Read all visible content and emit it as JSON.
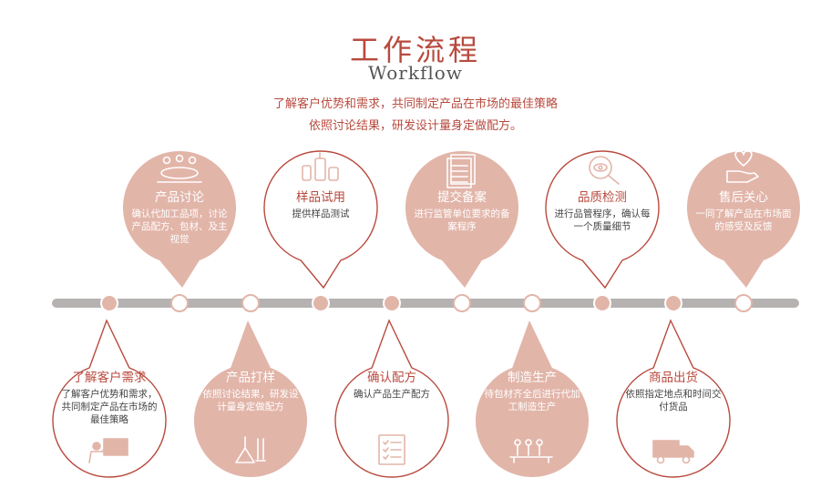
{
  "header": {
    "title": "工作流程",
    "subtitle": "Workflow",
    "intro_line1": "了解客户优势和需求，共同制定产品在市场的最佳策略",
    "intro_line2": "依照讨论结果，研发设计量身定做配方。"
  },
  "colors": {
    "accent": "#b84a3e",
    "pink": "#e2b5a9",
    "timeline": "#b5b2b1"
  },
  "steps": [
    {
      "title": "了解客户需求",
      "desc": "了解客户优势和需求，共同制定产品在市场的最佳策略",
      "icon": "presenter-icon"
    },
    {
      "title": "产品讨论",
      "desc": "确认代加工品项，讨论产品配方、包材、及主视觉",
      "icon": "meeting-icon"
    },
    {
      "title": "产品打样",
      "desc": "依照讨论结果，研发设计量身定做配方",
      "icon": "lab-flask-icon"
    },
    {
      "title": "样品试用",
      "desc": "提供样品测试",
      "icon": "cosmetic-bottles-icon"
    },
    {
      "title": "确认配方",
      "desc": "确认产品生产配方",
      "icon": "formula-checklist-icon"
    },
    {
      "title": "提交备案",
      "desc": "进行监管单位要求的备案程序",
      "icon": "documents-icon"
    },
    {
      "title": "制造生产",
      "desc": "待包材齐全后进行代加工制造生产",
      "icon": "production-line-icon"
    },
    {
      "title": "品质检测",
      "desc": "进行品管程序，确认每一个质量细节",
      "icon": "magnifier-eye-icon"
    },
    {
      "title": "商品出货",
      "desc": "依照指定地点和时间交付货品",
      "icon": "delivery-truck-icon"
    },
    {
      "title": "售后关心",
      "desc": "一同了解产品在市场面的感受及反馈",
      "icon": "heart-hand-icon"
    }
  ]
}
